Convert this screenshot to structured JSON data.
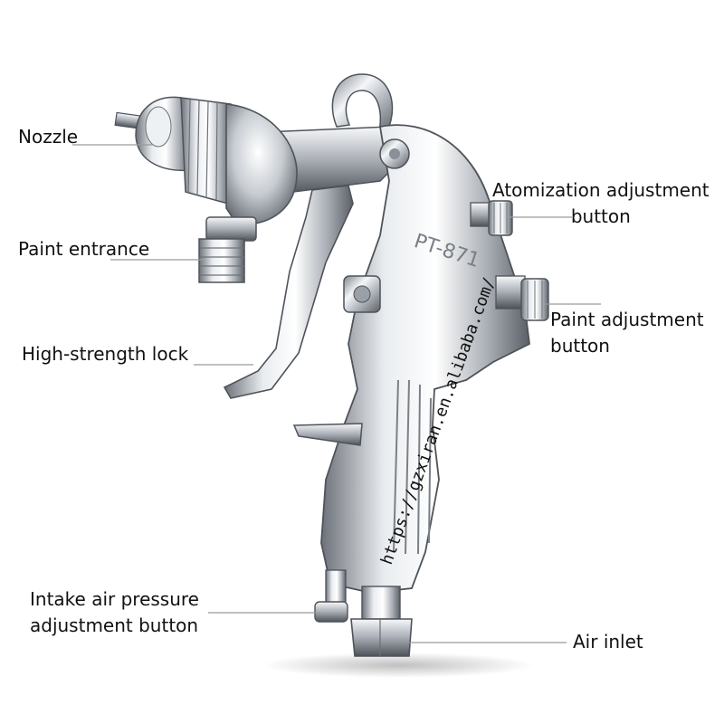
{
  "callouts": {
    "nozzle": "Nozzle",
    "paint_entrance": "Paint entrance",
    "high_strength_lock": "High-strength lock",
    "intake_air_pressure": [
      "Intake air pressure",
      "adjustment button"
    ],
    "atomization_adjustment": [
      "Atomization adjustment",
      "button"
    ],
    "paint_adjustment": [
      "Paint adjustment",
      "button"
    ],
    "air_inlet": "Air inlet"
  },
  "product_marking": "PT-871",
  "watermark": "https://gzxiran.en.alibaba.com/",
  "colors": {
    "text": "#111111",
    "leader_line": "#9a9a9a",
    "chrome_dark": "#5b5f66",
    "chrome_light": "#f4f6f8"
  }
}
